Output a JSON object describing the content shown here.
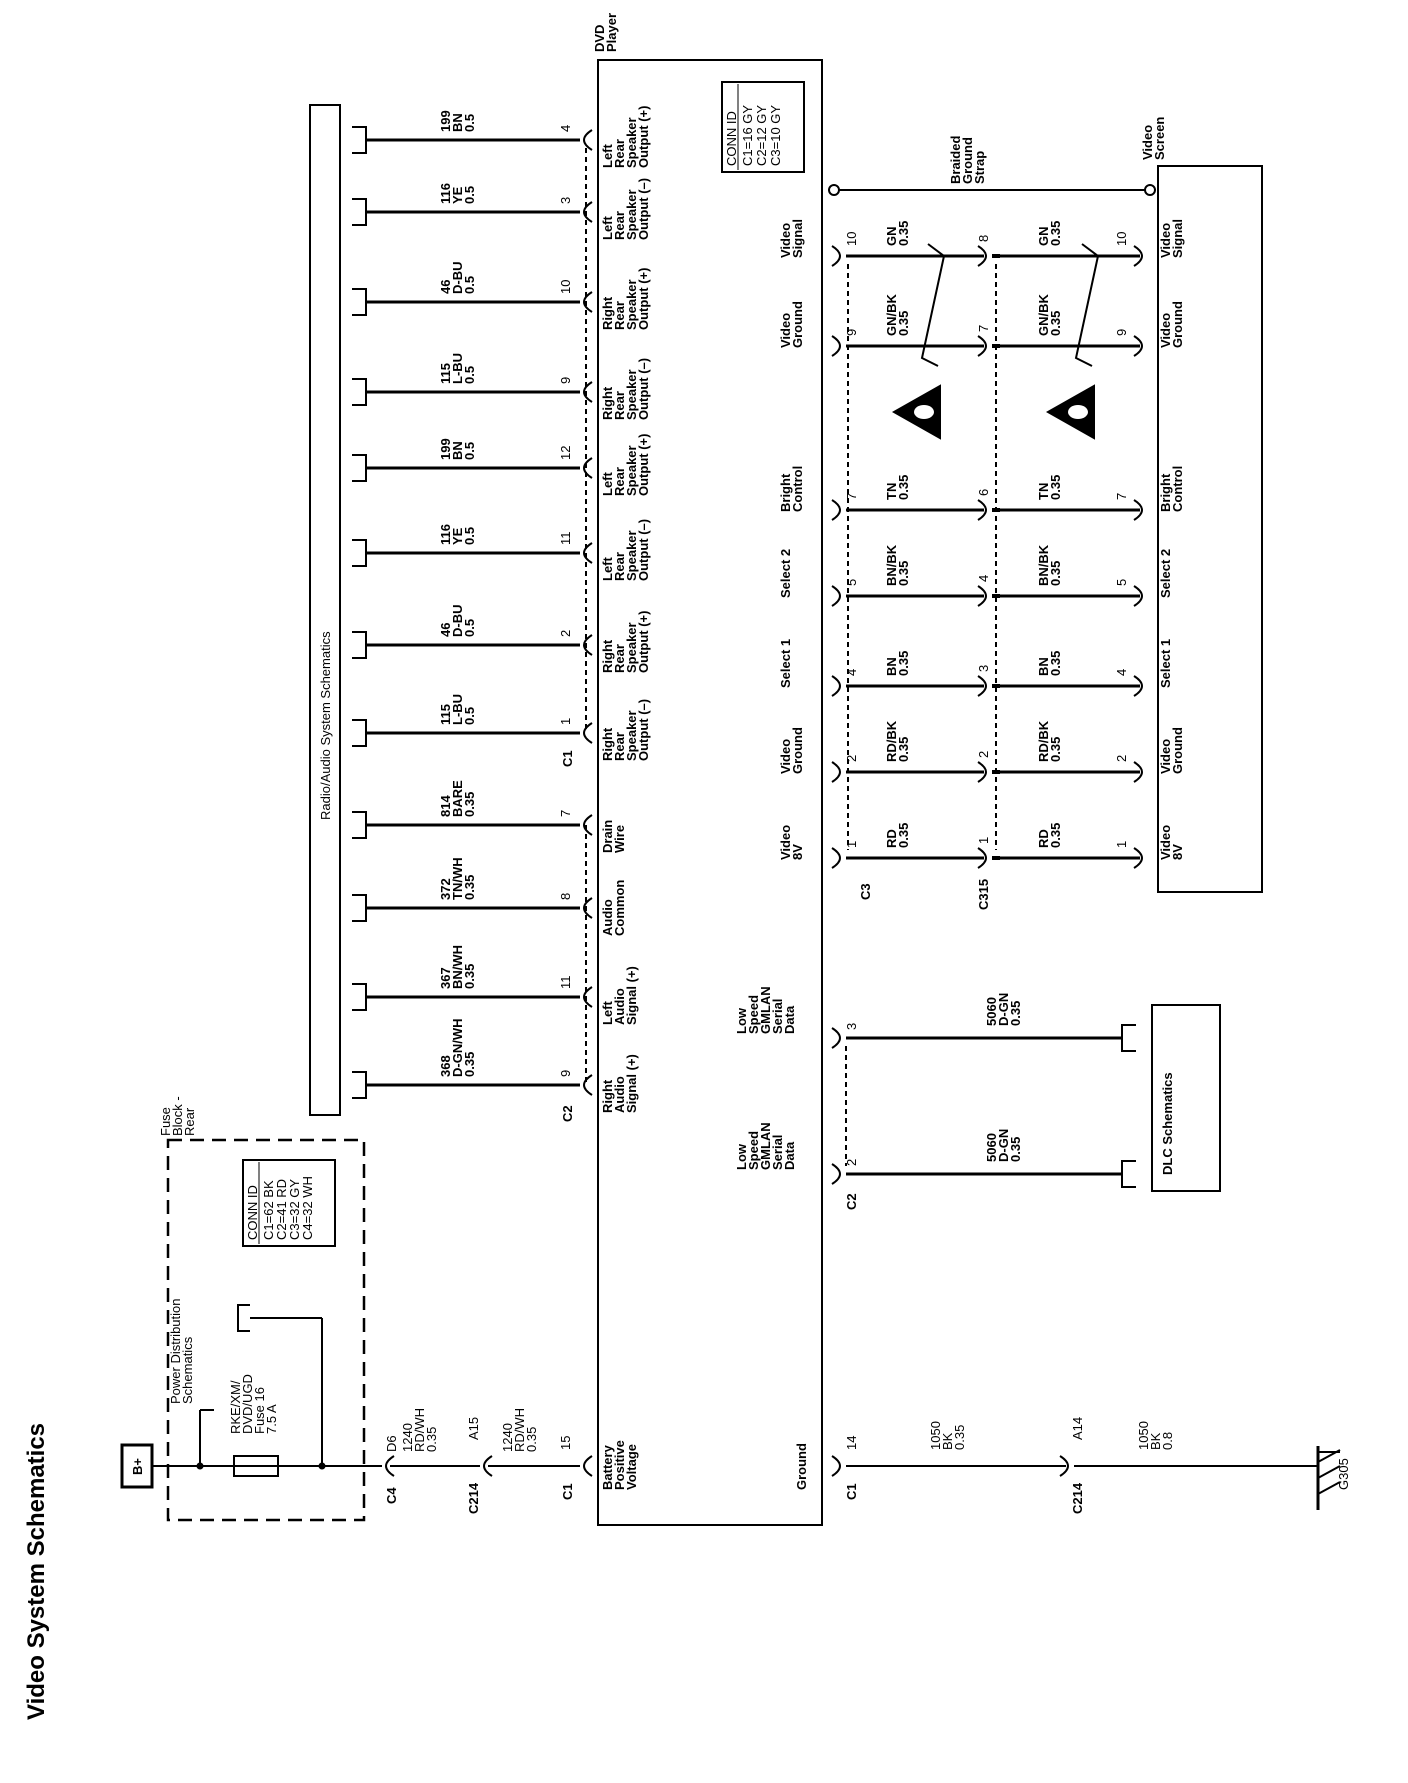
{
  "page_title": "Video System Schematics",
  "power": {
    "bplus_label": "B+",
    "fuse_block_label": "Fuse Block - Rear",
    "power_dist_label": "Power Distribution Schematics",
    "fuse_label": [
      "RKE/XM/",
      "DVD/UGD",
      "Fuse 16",
      "7.5 A"
    ],
    "conn_id": {
      "title": "CONN ID",
      "lines": [
        "C1=62 BK",
        "C2=41 RD",
        "C3=32 GY",
        "C4=32 WH"
      ]
    },
    "c4_label": "C4",
    "c4_pin": "D6",
    "wire1": [
      "1240",
      "RD/WH",
      "0.35"
    ],
    "c214_label": "C214",
    "c214_pin": "A15",
    "wire2": [
      "1240",
      "RD/WH",
      "0.35"
    ],
    "c1_label": "C1",
    "c1_pin": "15"
  },
  "dvd_player": {
    "label": [
      "DVD",
      "Player"
    ],
    "conn_id": {
      "title": "CONN ID",
      "lines": [
        "C1=16 GY",
        "C2=12 GY",
        "C3=10 GY"
      ]
    },
    "battery_label": [
      "Battery",
      "Positive",
      "Voltage"
    ],
    "ground_label": "Ground"
  },
  "radio": {
    "box_label": "Radio/Audio System Schematics",
    "c1_label": "C1",
    "c2_label": "C2",
    "circuits": [
      {
        "pin": "4",
        "wire": [
          "199",
          "BN",
          "0.5"
        ],
        "label": [
          "Left",
          "Rear",
          "Speaker",
          "Output (+)"
        ]
      },
      {
        "pin": "3",
        "wire": [
          "116",
          "YE",
          "0.5"
        ],
        "label": [
          "Left",
          "Rear",
          "Speaker",
          "Output (–)"
        ]
      },
      {
        "pin": "10",
        "wire": [
          "46",
          "D-BU",
          "0.5"
        ],
        "label": [
          "Right",
          "Rear",
          "Speaker",
          "Output (+)"
        ]
      },
      {
        "pin": "9",
        "wire": [
          "115",
          "L-BU",
          "0.5"
        ],
        "label": [
          "Right",
          "Rear",
          "Speaker",
          "Output (–)"
        ]
      },
      {
        "pin": "12",
        "wire": [
          "199",
          "BN",
          "0.5"
        ],
        "label": [
          "Left",
          "Rear",
          "Speaker",
          "Output (+)"
        ]
      },
      {
        "pin": "11",
        "wire": [
          "116",
          "YE",
          "0.5"
        ],
        "label": [
          "Left",
          "Rear",
          "Speaker",
          "Output (–)"
        ]
      },
      {
        "pin": "2",
        "wire": [
          "46",
          "D-BU",
          "0.5"
        ],
        "label": [
          "Right",
          "Rear",
          "Speaker",
          "Output (+)"
        ]
      },
      {
        "pin": "1",
        "wire": [
          "115",
          "L-BU",
          "0.5"
        ],
        "label": [
          "Right",
          "Rear",
          "Speaker",
          "Output (–)"
        ]
      },
      {
        "pin": "7",
        "wire": [
          "814",
          "BARE",
          "0.35"
        ],
        "label": [
          "Drain",
          "Wire"
        ]
      },
      {
        "pin": "8",
        "wire": [
          "372",
          "TN/WH",
          "0.35"
        ],
        "label": [
          "Audio",
          "Common"
        ]
      },
      {
        "pin": "11",
        "wire": [
          "367",
          "BN/WH",
          "0.35"
        ],
        "label": [
          "Left",
          "Audio",
          "Signal (+)"
        ]
      },
      {
        "pin": "9",
        "wire": [
          "368",
          "D-GN/WH",
          "0.35"
        ],
        "label": [
          "Right",
          "Audio",
          "Signal (+)"
        ]
      }
    ]
  },
  "video": {
    "screen_label": [
      "Video",
      "Screen"
    ],
    "strap_label": [
      "Braided",
      "Ground",
      "Strap"
    ],
    "c3_label": "C3",
    "c315_label": "C315",
    "circuits": [
      {
        "label": [
          "Video",
          "Signal"
        ],
        "dvd_pin": "10",
        "wire1": [
          "GN",
          "0.35"
        ],
        "c315_pin": "8",
        "wire2": [
          "GN",
          "0.35"
        ],
        "scr_pin": "10",
        "scr_label": [
          "Video",
          "Signal"
        ]
      },
      {
        "label": [
          "Video",
          "Ground"
        ],
        "dvd_pin": "9",
        "wire1": [
          "GN/BK",
          "0.35"
        ],
        "c315_pin": "7",
        "wire2": [
          "GN/BK",
          "0.35"
        ],
        "scr_pin": "9",
        "scr_label": [
          "Video",
          "Ground"
        ]
      },
      {
        "label": [
          "Bright",
          "Control"
        ],
        "dvd_pin": "7",
        "wire1": [
          "TN",
          "0.35"
        ],
        "c315_pin": "6",
        "wire2": [
          "TN",
          "0.35"
        ],
        "scr_pin": "7",
        "scr_label": [
          "Bright",
          "Control"
        ]
      },
      {
        "label": [
          "Select 2"
        ],
        "dvd_pin": "5",
        "wire1": [
          "BN/BK",
          "0.35"
        ],
        "c315_pin": "4",
        "wire2": [
          "BN/BK",
          "0.35"
        ],
        "scr_pin": "5",
        "scr_label": [
          "Select 2"
        ]
      },
      {
        "label": [
          "Select 1"
        ],
        "dvd_pin": "4",
        "wire1": [
          "BN",
          "0.35"
        ],
        "c315_pin": "3",
        "wire2": [
          "BN",
          "0.35"
        ],
        "scr_pin": "4",
        "scr_label": [
          "Select 1"
        ]
      },
      {
        "label": [
          "Video",
          "Ground"
        ],
        "dvd_pin": "2",
        "wire1": [
          "RD/BK",
          "0.35"
        ],
        "c315_pin": "2",
        "wire2": [
          "RD/BK",
          "0.35"
        ],
        "scr_pin": "2",
        "scr_label": [
          "Video",
          "Ground"
        ]
      },
      {
        "label": [
          "Video",
          "8V"
        ],
        "dvd_pin": "1",
        "wire1": [
          "RD",
          "0.35"
        ],
        "c315_pin": "1",
        "wire2": [
          "RD",
          "0.35"
        ],
        "scr_pin": "1",
        "scr_label": [
          "Video",
          "8V"
        ]
      }
    ]
  },
  "gmlan": {
    "dlc_label": "DLC Schematics",
    "c2_label": "C2",
    "circuits": [
      {
        "label": [
          "Low",
          "Speed",
          "GMLAN",
          "Serial",
          "Data"
        ],
        "pin": "3",
        "wire": [
          "5060",
          "D-GN",
          "0.35"
        ]
      },
      {
        "label": [
          "Low",
          "Speed",
          "GMLAN",
          "Serial",
          "Data"
        ],
        "pin": "2",
        "wire": [
          "5060",
          "D-GN",
          "0.35"
        ]
      }
    ]
  },
  "ground": {
    "c1_label": "C1",
    "c1_pin": "14",
    "wire1": [
      "1050",
      "BK",
      "0.35"
    ],
    "c214_label": "C214",
    "c214_pin": "A14",
    "wire2": [
      "1050",
      "BK",
      "0.8"
    ],
    "g_label": "G305"
  }
}
